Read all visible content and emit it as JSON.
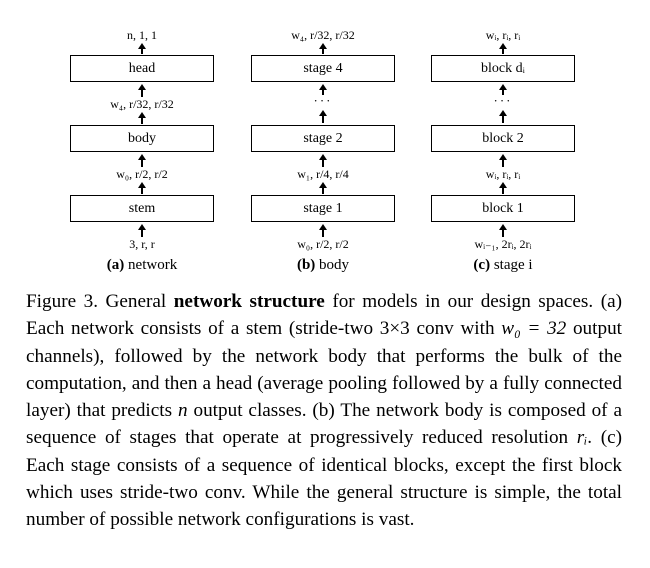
{
  "columns": [
    {
      "top_label": "n, 1, 1",
      "boxes": [
        "head",
        "body",
        "stem"
      ],
      "mid_labels": [
        "w₄, r/32, r/32",
        "w₀, r/2, r/2"
      ],
      "bottom_label": "3, r, r",
      "subcaption_letter": "(a)",
      "subcaption_text": "network"
    },
    {
      "top_label": "w₄, r/32, r/32",
      "boxes": [
        "stage 4",
        "stage 2",
        "stage 1"
      ],
      "mid_labels": [
        "w₁, r/4, r/4"
      ],
      "bottom_label": "w₀, r/2, r/2",
      "subcaption_letter": "(b)",
      "subcaption_text": "body"
    },
    {
      "top_label": "wᵢ, rᵢ, rᵢ",
      "boxes": [
        "block dᵢ",
        "block 2",
        "block 1"
      ],
      "mid_labels": [
        "wᵢ, rᵢ, rᵢ"
      ],
      "bottom_label": "wᵢ₋₁, 2rᵢ, 2rᵢ",
      "subcaption_letter": "(c)",
      "subcaption_text": "stage i"
    }
  ],
  "caption": {
    "prefix": "Figure 3. General ",
    "bold": "network structure",
    "after_bold": " for models in our design spaces. (a) Each network consists of a stem (stride-two 3×3 conv with ",
    "math_w0": "w₀ = 32",
    "after_w0": " output channels), followed by the network body that performs the bulk of the computation, and then a head (average pooling followed by a fully connected layer) that predicts ",
    "math_n": "n",
    "after_n": " output classes. (b) The network body is composed of a sequence of stages that operate at progressively reduced resolution ",
    "math_ri": "rᵢ",
    "after_ri": ". (c) Each stage consists of a sequence of identical blocks, except the first block which uses stride-two conv. While the general structure is simple, the total number of possible network configurations is vast."
  }
}
